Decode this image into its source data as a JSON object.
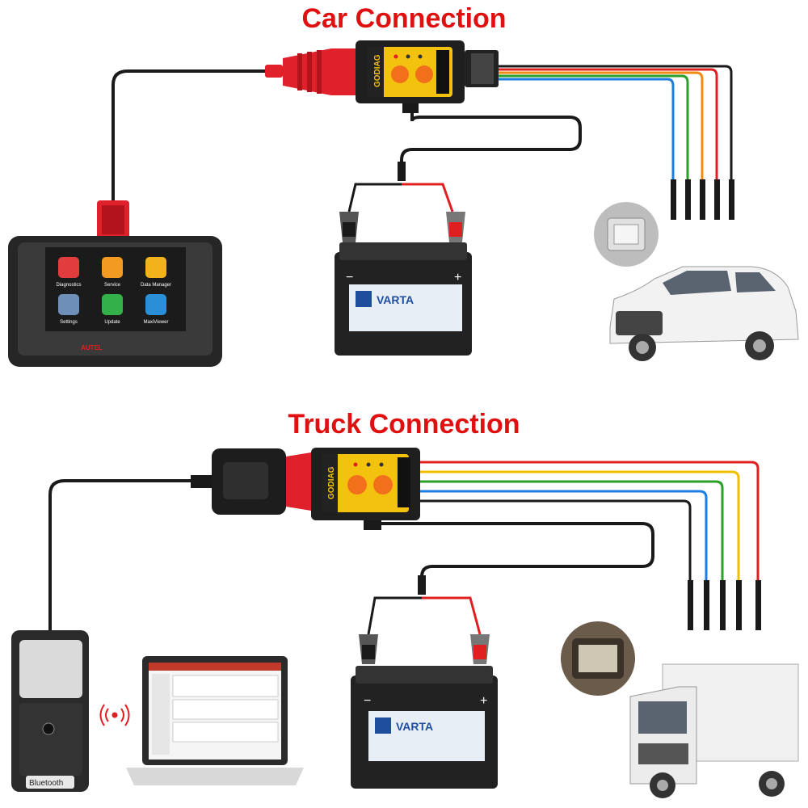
{
  "colors": {
    "title": "#e01010",
    "cable": "#1a1a1a",
    "wire_black": "#1a1a1a",
    "wire_red": "#e02020",
    "wire_orange": "#f08a10",
    "wire_yellow": "#f0c000",
    "wire_green": "#2aa02a",
    "wire_blue": "#1e7de0",
    "obd_red": "#e0202a",
    "device_yellow": "#f3c20e",
    "button_orange": "#f2701b",
    "battery_blue": "#1f4f9c"
  },
  "car": {
    "title": "Car Connection",
    "box_brand": "GODIAG",
    "tablet": {
      "brand": "AUTEL",
      "apps": [
        {
          "label": "Diagnostics",
          "icon": "car-icon",
          "color": "#e23c3c"
        },
        {
          "label": "Service",
          "icon": "wrench-icon",
          "color": "#f29a22"
        },
        {
          "label": "Data Manager",
          "icon": "folder-icon",
          "color": "#f2b21b"
        },
        {
          "label": "Settings",
          "icon": "gear-icon",
          "color": "#6e8fb8"
        },
        {
          "label": "Update",
          "icon": "download-icon",
          "color": "#33b04a"
        },
        {
          "label": "MaxiViewer",
          "icon": "search-icon",
          "color": "#2a8fd6"
        }
      ]
    },
    "battery": {
      "brand": "VARTA",
      "minus": "−",
      "plus": "+"
    },
    "vehicle_icon": "suv-icon",
    "connector_icon": "ecu-connector-icon"
  },
  "truck": {
    "title": "Truck Connection",
    "box_brand": "GODIAG",
    "vci": {
      "label": "Bluetooth"
    },
    "laptop_icon": "laptop-icon",
    "battery": {
      "brand": "VARTA",
      "minus": "−",
      "plus": "+"
    },
    "vehicle_icon": "truck-icon",
    "connector_icon": "truck-connector-icon"
  }
}
